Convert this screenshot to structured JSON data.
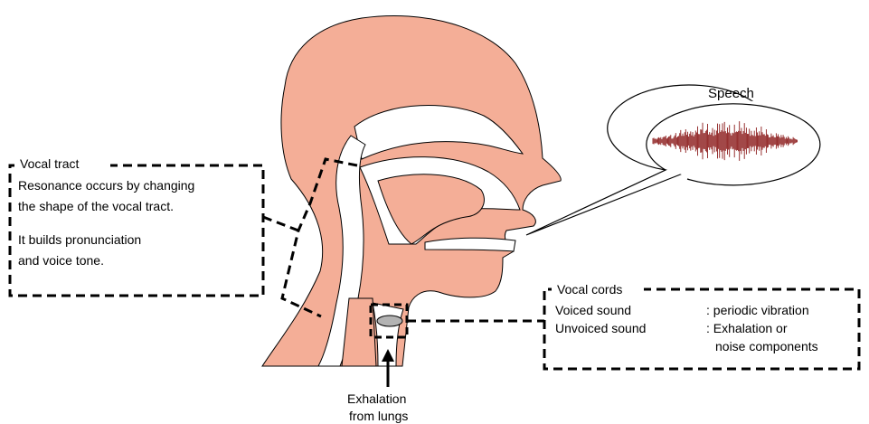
{
  "colors": {
    "skin": "#f4ae97",
    "skin_dark": "#e79a82",
    "outline": "#000000",
    "waveform": "#8b1a1a",
    "cord": "#b3b3b3",
    "background": "#ffffff"
  },
  "speech_bubble": {
    "title": "Speech",
    "icon": "waveform-icon"
  },
  "vocal_tract_box": {
    "title": "Vocal tract",
    "lines": [
      "Resonance occurs by changing",
      "the shape of the vocal tract.",
      "",
      "It builds pronunciation",
      "and voice tone."
    ]
  },
  "vocal_cords_box": {
    "title": "Vocal cords",
    "rows": [
      {
        "label": "Voiced sound",
        "desc": ": periodic vibration"
      },
      {
        "label": "Unvoiced sound",
        "desc": ": Exhalation or"
      },
      {
        "label": "",
        "desc": "noise components"
      }
    ]
  },
  "airflow": {
    "label_line1": "Exhalation",
    "label_line2": "from lungs",
    "icon": "arrow-up-icon"
  }
}
